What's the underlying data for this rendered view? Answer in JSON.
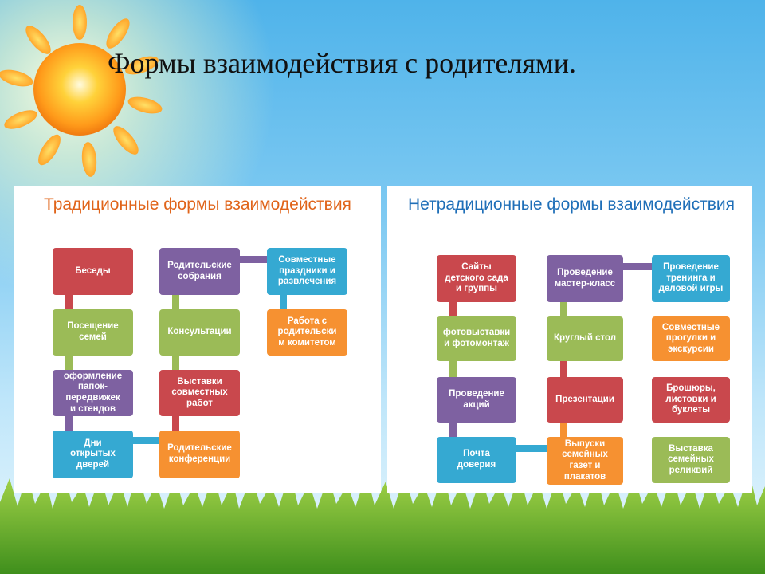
{
  "title": "Формы взаимодействия с родителями.",
  "colors": {
    "red": "#c9484d",
    "green": "#9bbb57",
    "purple": "#7e61a1",
    "blue": "#35a9d2",
    "orange": "#f69131",
    "traditional_heading": "#e0641a",
    "nontraditional_heading": "#1f6fb8"
  },
  "traditional": {
    "heading": "Традиционные формы взаимодействия",
    "nodes": [
      "Беседы",
      "Посещение\nсемей",
      "оформление\nпапок-\nпередвижек\nи стендов",
      "Дни\nоткрытых\nдверей",
      "Родительские\nсобрания",
      "Консультации",
      "Выставки\nсовместных\nработ",
      "Родительские\nконференции",
      "Совместные\nпраздники и\nразвлечения",
      "Работа с\nродительски\nм комитетом"
    ]
  },
  "nontraditional": {
    "heading": "Нетрадиционные формы взаимодействия",
    "nodes": [
      "Сайты\nдетского сада\nи группы",
      "фотовыставки\nи фотомонтаж",
      "Проведение\nакций",
      "Почта\nдоверия",
      "Проведение\nмастер-класс",
      "Круглый стол",
      "Презентации",
      "Выпуски\nсемейных\nгазет и\nплакатов",
      "Проведение\nтренинга и\nделовой игры",
      "Совместные\nпрогулки и\nэкскурсии",
      "Брошюры,\nлистовки и\nбуклеты",
      "Выставка\nсемейных\nреликвий"
    ]
  }
}
